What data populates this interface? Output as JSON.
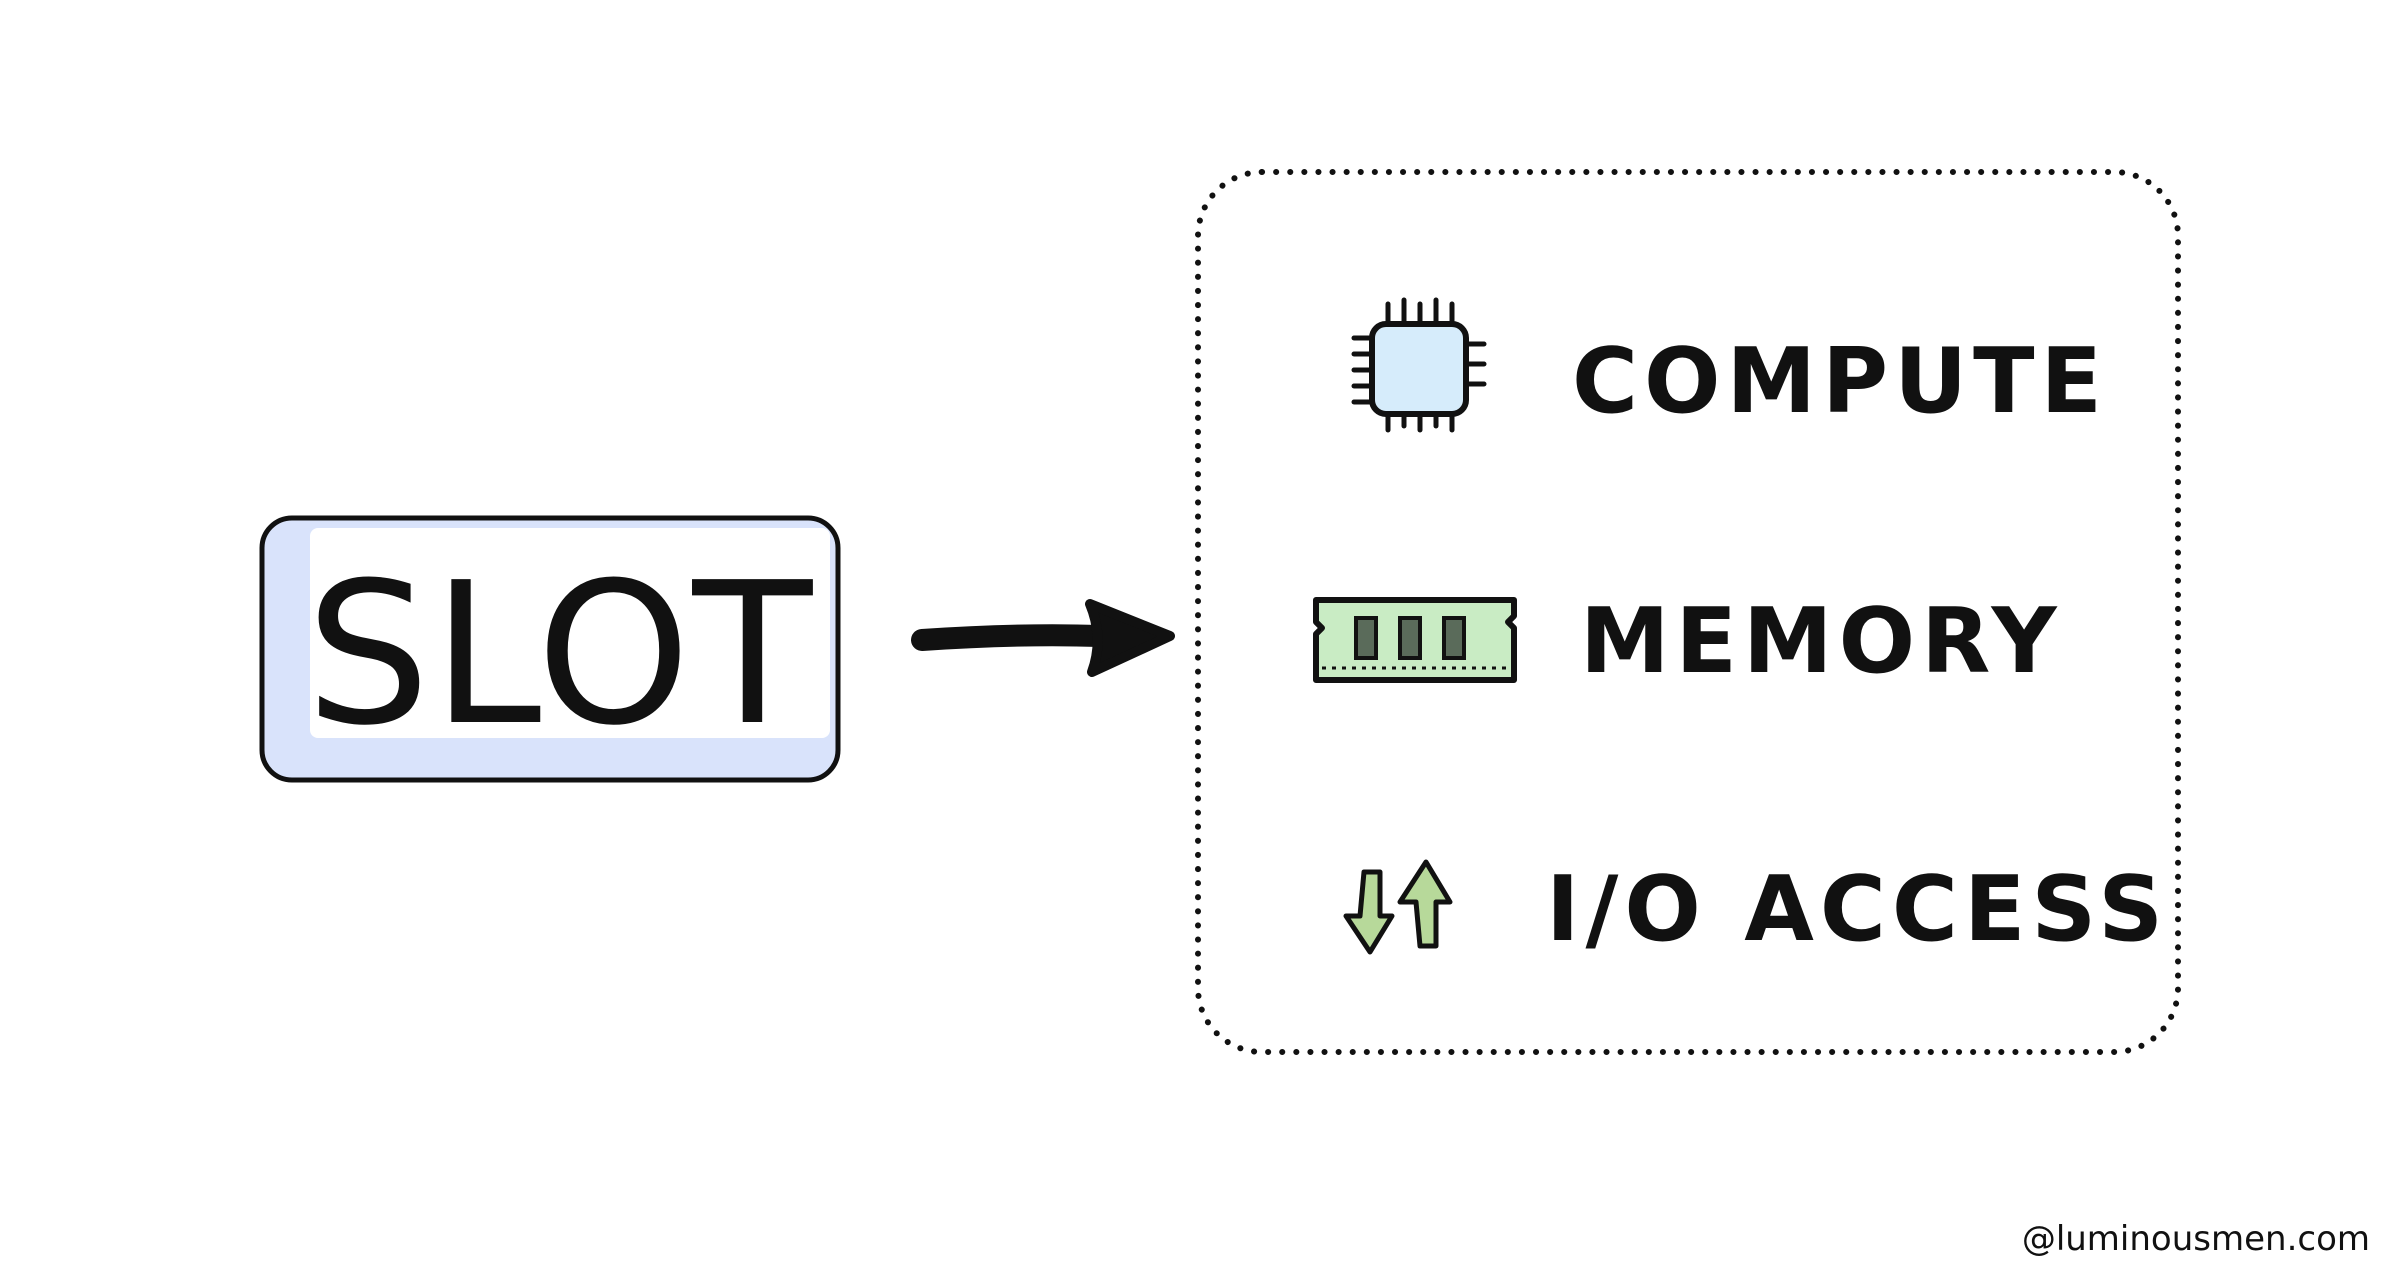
{
  "diagram": {
    "slot_label": "SLOT",
    "resources": [
      {
        "label": "COMPUTE",
        "icon": "cpu-chip-icon"
      },
      {
        "label": "MEMORY",
        "icon": "ram-module-icon"
      },
      {
        "label": "I/O ACCESS",
        "icon": "io-arrows-icon"
      }
    ],
    "credit": "@luminousmen.com"
  },
  "colors": {
    "ink": "#111111",
    "slot_fill": "#d9e3fb",
    "chip_fill": "#d6ecfb",
    "memory_fill": "#c9ecc4",
    "arrow_fill": "#b7d99a"
  }
}
